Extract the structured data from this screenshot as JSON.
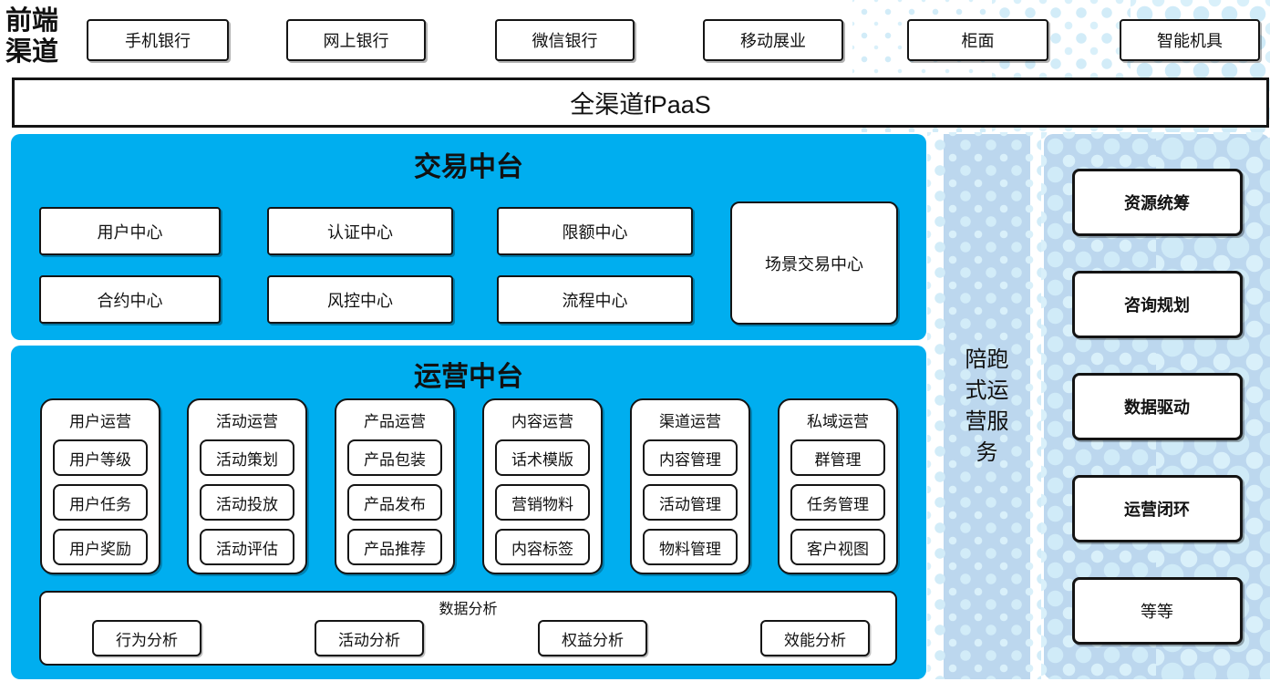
{
  "colors": {
    "panel_blue": "#00AEEF",
    "panel_light_blue": "#BCD7EE",
    "dot_pattern": "#D2ECF8",
    "box_border": "#141414"
  },
  "front_channels": {
    "label": "前端渠道",
    "items": [
      "手机银行",
      "网上银行",
      "微信银行",
      "移动展业",
      "柜面",
      "智能机具"
    ]
  },
  "fpaas": {
    "label": "全渠道fPaaS"
  },
  "trade_platform": {
    "title": "交易中台",
    "centers": [
      "用户中心",
      "认证中心",
      "限额中心",
      "合约中心",
      "风控中心",
      "流程中心"
    ],
    "scene_center": "场景交易中心"
  },
  "ops_platform": {
    "title": "运营中台",
    "groups": [
      {
        "title": "用户运营",
        "items": [
          "用户等级",
          "用户任务",
          "用户奖励"
        ]
      },
      {
        "title": "活动运营",
        "items": [
          "活动策划",
          "活动投放",
          "活动评估"
        ]
      },
      {
        "title": "产品运营",
        "items": [
          "产品包装",
          "产品发布",
          "产品推荐"
        ]
      },
      {
        "title": "内容运营",
        "items": [
          "话术模版",
          "营销物料",
          "内容标签"
        ]
      },
      {
        "title": "渠道运营",
        "items": [
          "内容管理",
          "活动管理",
          "物料管理"
        ]
      },
      {
        "title": "私域运营",
        "items": [
          "群管理",
          "任务管理",
          "客户视图"
        ]
      }
    ],
    "data_analysis": {
      "title": "数据分析",
      "items": [
        "行为分析",
        "活动分析",
        "权益分析",
        "效能分析"
      ]
    }
  },
  "companion_strip": {
    "label": "陪跑式运营服务"
  },
  "service_panel": {
    "items": [
      "资源统筹",
      "咨询规划",
      "数据驱动",
      "运营闭环",
      "等等"
    ]
  }
}
